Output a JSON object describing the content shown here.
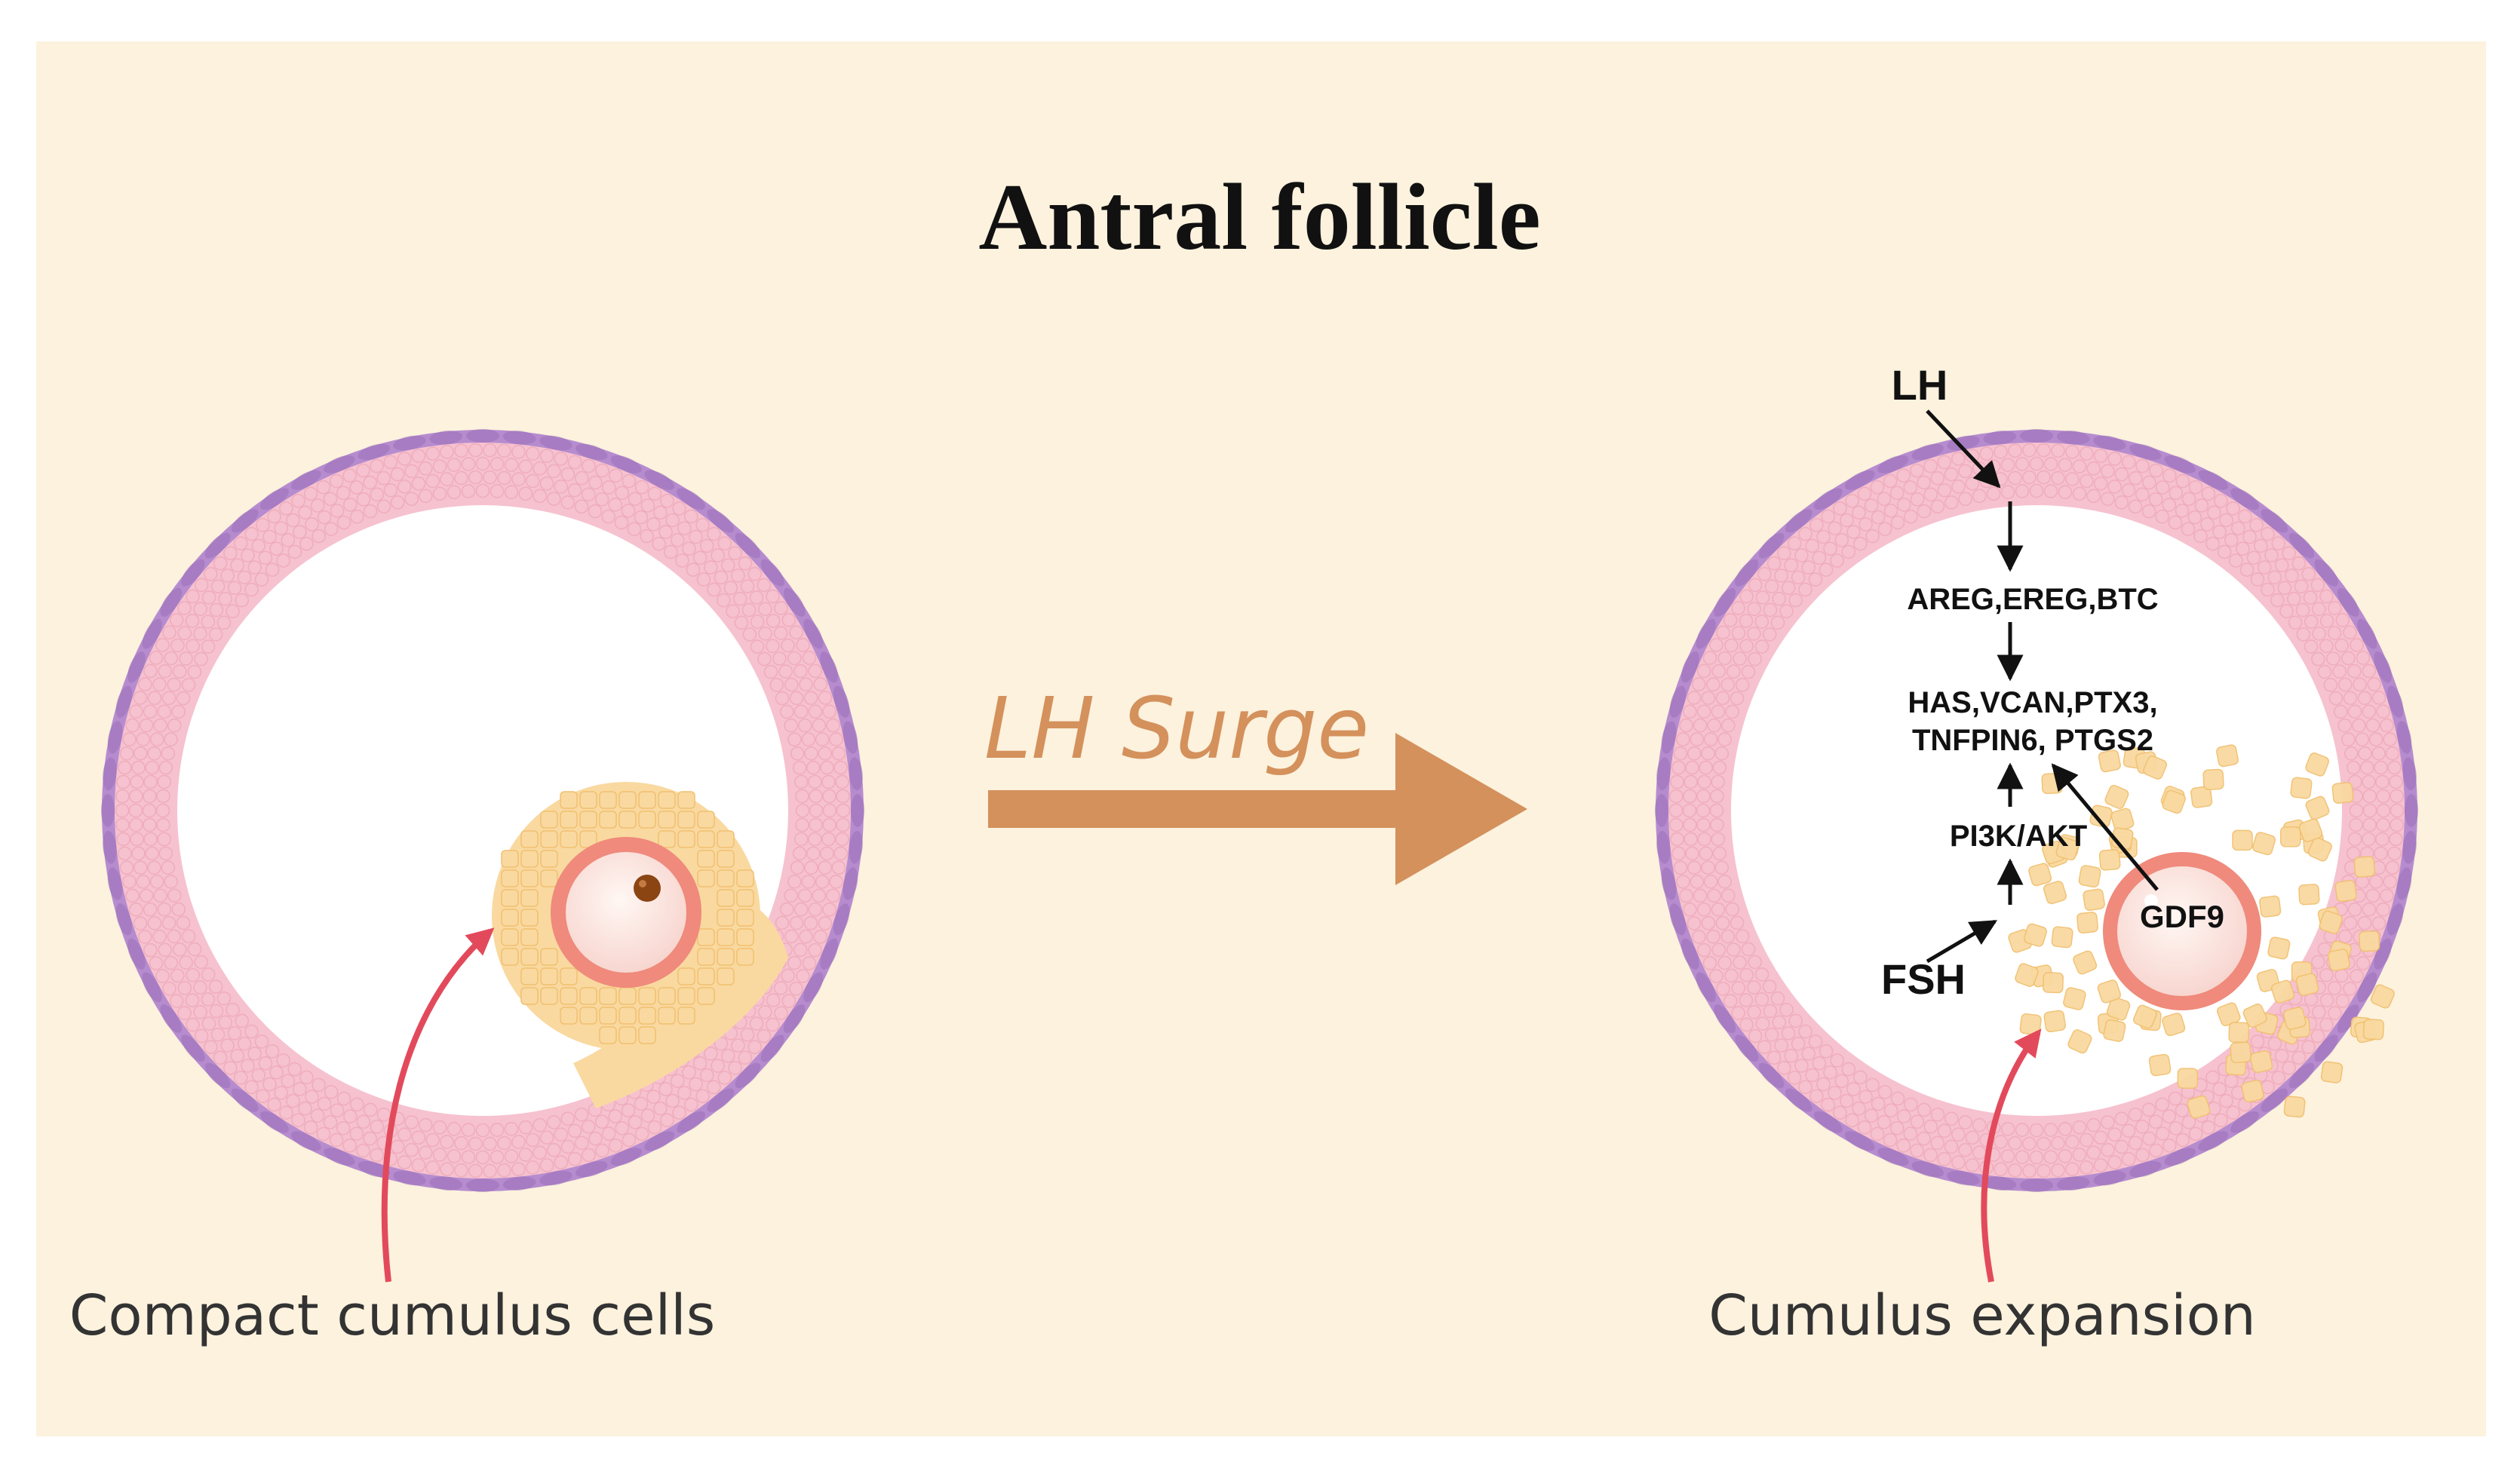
{
  "title": "Antral follicle",
  "arrow_label": "LH Surge",
  "left_panel": {
    "caption": "Compact cumulus cells"
  },
  "right_panel": {
    "caption": "Cumulus expansion",
    "pathway": {
      "lh": "LH",
      "egf_like": "AREG,EREG,BTC",
      "targets_line1": "HAS,VCAN,PTX3,",
      "targets_line2": "TNFPIN6, PTGS2",
      "pi3k": "PI3K/AKT",
      "gdf9": "GDF9",
      "fsh": "FSH"
    }
  },
  "colors": {
    "panel_background": "#fcf2de",
    "page_background": "#ffffff",
    "theca_purple": "#b68ccf",
    "theca_purple_dark": "#9a6fb8",
    "granulosa_pink": "#f6c2cf",
    "granulosa_cell_edge": "#eea8b8",
    "antrum": "#ffffff",
    "cumulus_yellow": "#f9d9a0",
    "cumulus_edge": "#f1c070",
    "zona_coral": "#ef8a7c",
    "oocyte": "#fde8e6",
    "nucleus": "#8b4513",
    "surge_arrow": "#d4915c",
    "pointer_red": "#e24a5c",
    "text_dark": "#111111",
    "caption_text": "#333333"
  }
}
